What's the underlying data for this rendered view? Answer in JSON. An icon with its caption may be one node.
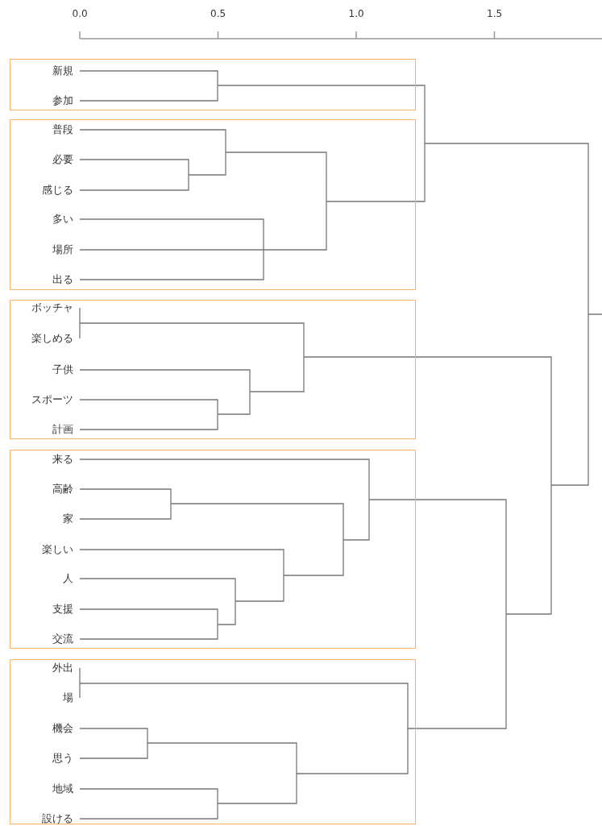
{
  "diagram": {
    "nodes": [
      {
        "text": [],
        "shape": "box"
      },
      {
        "text": [
          "新規"
        ],
        "in": 0
      },
      {
        "text": [
          "参加"
        ],
        "in": 0
      },
      {
        "text": [],
        "shape": "box"
      },
      {
        "text": [
          "普段"
        ],
        "in": 3
      },
      {
        "text": [
          "必要"
        ],
        "in": 3
      },
      {
        "text": [
          "感じる"
        ],
        "in": 3
      },
      {
        "text": [
          "多い"
        ],
        "in": 3
      },
      {
        "text": [
          "場所"
        ],
        "in": 3
      },
      {
        "text": [
          "出る"
        ],
        "in": 3
      },
      {
        "text": [],
        "shape": "box"
      },
      {
        "text": [
          "ボッチャ"
        ],
        "in": 10
      },
      {
        "text": [
          "楽しめる"
        ],
        "in": 10
      },
      {
        "text": [
          "子供"
        ],
        "in": 10
      },
      {
        "text": [
          "スポーツ"
        ],
        "in": 10
      },
      {
        "text": [
          "計画"
        ],
        "in": 10
      },
      {
        "text": [],
        "shape": "box"
      },
      {
        "text": [
          "来る"
        ],
        "in": 16
      },
      {
        "text": [
          "高齢"
        ],
        "in": 16
      },
      {
        "text": [
          "家"
        ],
        "in": 16
      },
      {
        "text": [
          "楽しい"
        ],
        "in": 16
      },
      {
        "text": [
          "人"
        ],
        "in": 16
      },
      {
        "text": [
          "支援"
        ],
        "in": 16
      },
      {
        "text": [
          "交流"
        ],
        "in": 16
      },
      {
        "text": [],
        "shape": "box"
      },
      {
        "text": [
          "外出"
        ],
        "in": 24
      },
      {
        "text": [
          "場"
        ],
        "in": 24
      },
      {
        "text": [
          "機会"
        ],
        "in": 24
      },
      {
        "text": [
          "思う"
        ],
        "in": 24
      },
      {
        "text": [
          "地域"
        ],
        "in": 24
      },
      {
        "text": [
          "設ける"
        ],
        "in": 24
      }
    ],
    "labels": [
      "0.0",
      "0.5",
      "1.0",
      "1.5"
    ]
  }
}
